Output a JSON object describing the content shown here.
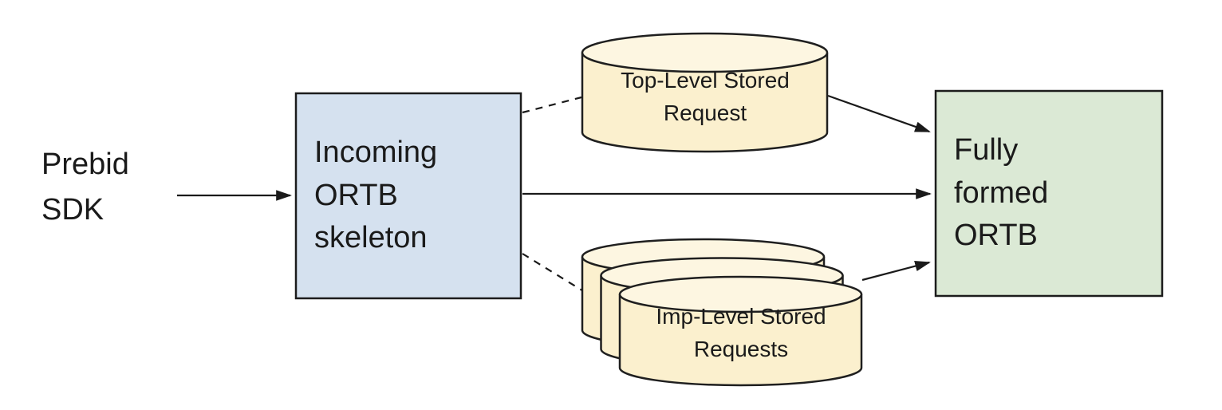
{
  "diagram": {
    "description": "Flow diagram of Prebid SDK request enrichment into fully formed ORTB",
    "background_color": "#ffffff",
    "line_color": "#1a1a1a",
    "nodes": {
      "prebid_sdk": {
        "label": "Prebid SDK",
        "type": "text"
      },
      "incoming_ortb": {
        "label": "Incoming ORTB skeleton",
        "type": "rect",
        "fill": "#d5e1ef",
        "stroke": "#1c1c1c"
      },
      "top_level_stored_request": {
        "label": "Top-Level Stored Request",
        "type": "cylinder",
        "fill": "#fbf0ce",
        "top_fill": "#fdf6e1",
        "stroke": "#1f1f1f"
      },
      "imp_level_stored_requests": {
        "label": "Imp-Level Stored Requests",
        "type": "cylinder_stack",
        "stack_count": 3,
        "fill": "#fbf0ce",
        "top_fill": "#fdf6e1",
        "stroke": "#1f1f1f"
      },
      "fully_formed_ortb": {
        "label": "Fully formed ORTB",
        "type": "rect",
        "fill": "#dbe9d5",
        "stroke": "#1c1c1c"
      }
    },
    "edges": [
      {
        "from": "prebid_sdk",
        "to": "incoming_ortb",
        "style": "solid",
        "arrowhead": true
      },
      {
        "from": "incoming_ortb",
        "to": "top_level_stored_request",
        "style": "dashed",
        "arrowhead": false
      },
      {
        "from": "incoming_ortb",
        "to": "fully_formed_ortb",
        "style": "solid",
        "arrowhead": true
      },
      {
        "from": "incoming_ortb",
        "to": "imp_level_stored_requests",
        "style": "dashed",
        "arrowhead": false
      },
      {
        "from": "top_level_stored_request",
        "to": "fully_formed_ortb",
        "style": "solid",
        "arrowhead": true
      },
      {
        "from": "imp_level_stored_requests",
        "to": "fully_formed_ortb",
        "style": "solid",
        "arrowhead": true
      }
    ]
  }
}
